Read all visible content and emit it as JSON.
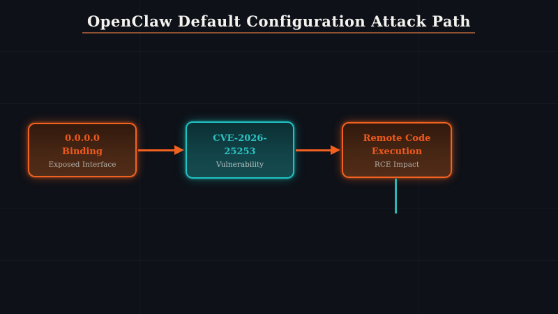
{
  "title": "OpenClaw Default Configuration Attack Path",
  "nodes": [
    {
      "id": "binding",
      "line1": "0.0.0.0",
      "line2": "Binding",
      "sublabel": "Exposed Interface",
      "theme": "orange"
    },
    {
      "id": "cve-2026-25253",
      "line1": "CVE-2026-",
      "line2": "25253",
      "sublabel": "Vulnerability",
      "theme": "teal"
    },
    {
      "id": "remote-code-execution",
      "line1": "Remote Code",
      "line2": "Execution",
      "sublabel": "RCE Impact",
      "theme": "orange"
    }
  ],
  "connectors": [
    {
      "from": "binding",
      "to": "cve-2026-25253",
      "type": "arrow",
      "color": "#f2611f"
    },
    {
      "from": "cve-2026-25253",
      "to": "remote-code-execution",
      "type": "arrow",
      "color": "#f2611f"
    },
    {
      "from": "remote-code-execution",
      "to": "offscreen-below",
      "type": "line",
      "color": "#2bb7b3"
    }
  ],
  "colors": {
    "background": "#0e1118",
    "accent_orange": "#f2611f",
    "accent_teal": "#1fc4c2",
    "title_text": "#f5f3ef",
    "subtitle_text": "#b0aba4",
    "title_underline": "#8f5334"
  }
}
